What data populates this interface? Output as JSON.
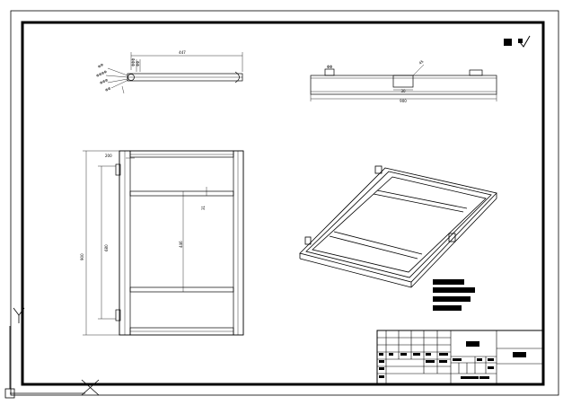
{
  "drawing": {
    "dimensions": {
      "top_length": "447",
      "front_length": "900",
      "front_slot_width": "30",
      "front_callout": "45",
      "plan_height": "900",
      "plan_inner_height": "680",
      "plan_span": "446",
      "plan_gap": "31",
      "plan_top_offset": "200"
    },
    "ucs_labels": {
      "y": "Y",
      "x": "X"
    }
  }
}
